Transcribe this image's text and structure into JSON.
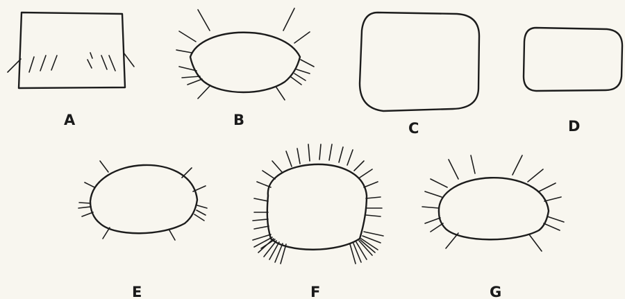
{
  "figure": {
    "labels": {
      "a": "A",
      "b": "B",
      "c": "C",
      "d": "D",
      "e": "E",
      "f": "F",
      "g": "G"
    }
  }
}
